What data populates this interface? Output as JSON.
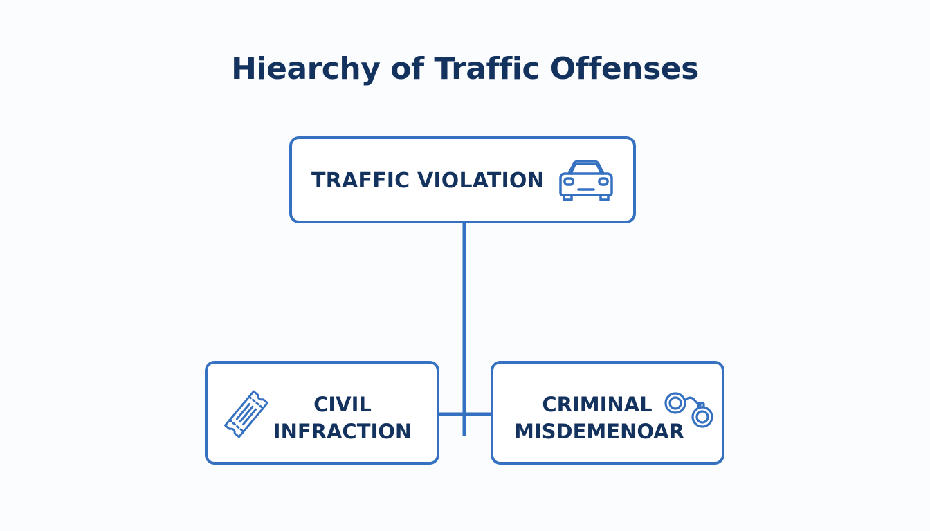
{
  "title": "Hiearchy of Traffic Offenses",
  "colors": {
    "title_text": "#14325e",
    "box_border": "#3571c0",
    "connector": "#3571c0",
    "background": "#fbfcfd"
  },
  "nodes": {
    "root": {
      "label": "TRAFFIC VIOLATION",
      "icon": "car-icon"
    },
    "left": {
      "label_line1": "CIVIL",
      "label_line2": "INFRACTION",
      "icon": "ticket-icon"
    },
    "right": {
      "label_line1": "CRIMINAL",
      "label_line2": "MISDEMENOAR",
      "icon": "handcuffs-icon"
    }
  }
}
